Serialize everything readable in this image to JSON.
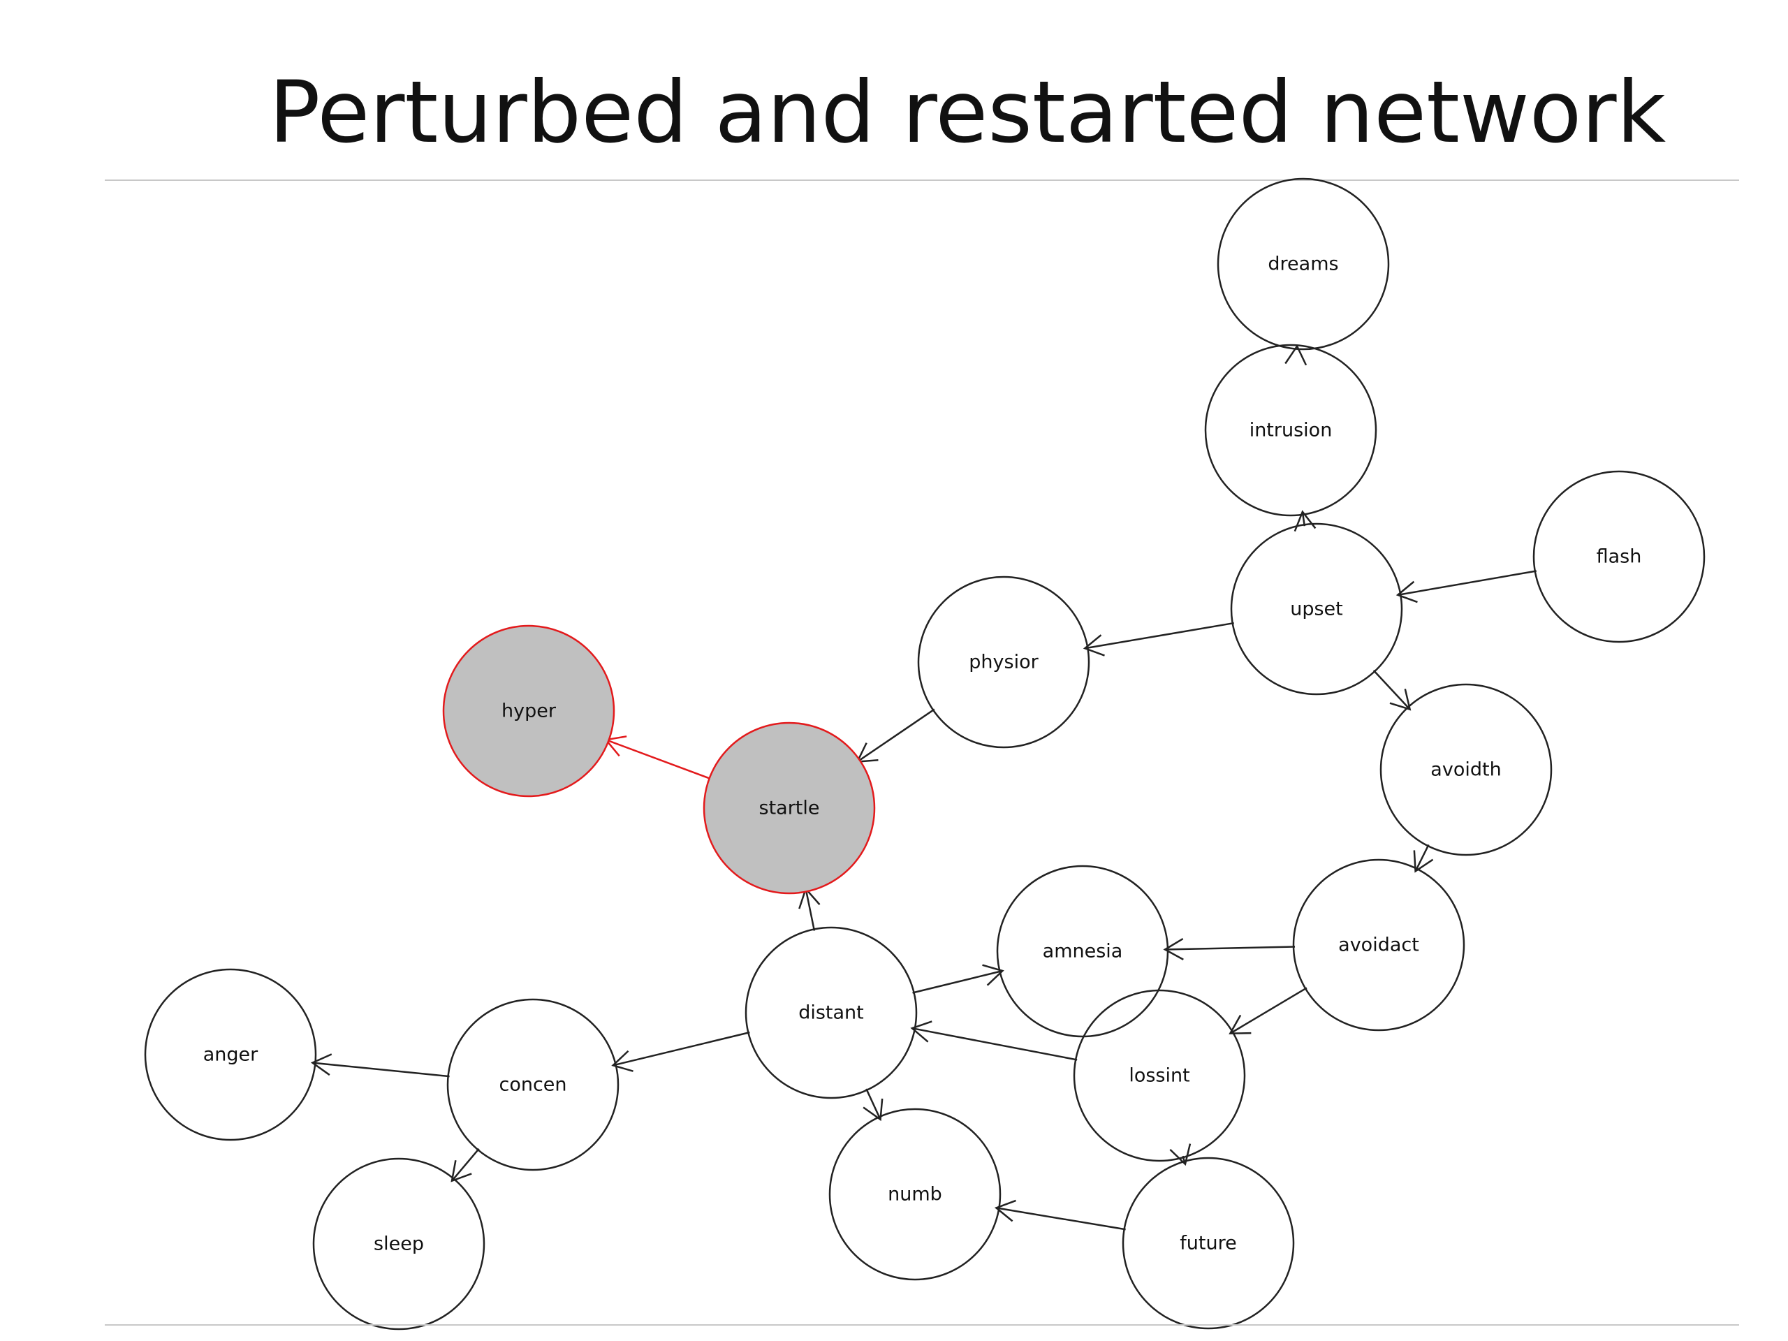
{
  "title": "Perturbed and restarted network",
  "colors": {
    "node_fill": "#ffffff",
    "node_stroke": "#222222",
    "perturbed_fill": "#c0c0c0",
    "perturbed_stroke": "#e31a1c",
    "edge": "#222222",
    "perturbed_edge": "#e31a1c"
  },
  "nodes": [
    {
      "id": "dreams",
      "label": "dreams",
      "perturbed": false
    },
    {
      "id": "intrusion",
      "label": "intrusion",
      "perturbed": false
    },
    {
      "id": "flash",
      "label": "flash",
      "perturbed": false
    },
    {
      "id": "upset",
      "label": "upset",
      "perturbed": false
    },
    {
      "id": "physior",
      "label": "physior",
      "perturbed": false
    },
    {
      "id": "hyper",
      "label": "hyper",
      "perturbed": true
    },
    {
      "id": "startle",
      "label": "startle",
      "perturbed": true
    },
    {
      "id": "avoidth",
      "label": "avoidth",
      "perturbed": false
    },
    {
      "id": "avoidact",
      "label": "avoidact",
      "perturbed": false
    },
    {
      "id": "amnesia",
      "label": "amnesia",
      "perturbed": false
    },
    {
      "id": "distant",
      "label": "distant",
      "perturbed": false
    },
    {
      "id": "lossint",
      "label": "lossint",
      "perturbed": false
    },
    {
      "id": "anger",
      "label": "anger",
      "perturbed": false
    },
    {
      "id": "concen",
      "label": "concen",
      "perturbed": false
    },
    {
      "id": "sleep",
      "label": "sleep",
      "perturbed": false
    },
    {
      "id": "numb",
      "label": "numb",
      "perturbed": false
    },
    {
      "id": "future",
      "label": "future",
      "perturbed": false
    }
  ],
  "edges": [
    {
      "from": "intrusion",
      "to": "dreams",
      "perturbed": false
    },
    {
      "from": "upset",
      "to": "intrusion",
      "perturbed": false
    },
    {
      "from": "flash",
      "to": "upset",
      "perturbed": false
    },
    {
      "from": "upset",
      "to": "physior",
      "perturbed": false
    },
    {
      "from": "upset",
      "to": "avoidth",
      "perturbed": false
    },
    {
      "from": "physior",
      "to": "startle",
      "perturbed": false
    },
    {
      "from": "startle",
      "to": "hyper",
      "perturbed": true
    },
    {
      "from": "avoidth",
      "to": "avoidact",
      "perturbed": false
    },
    {
      "from": "avoidact",
      "to": "amnesia",
      "perturbed": false
    },
    {
      "from": "avoidact",
      "to": "lossint",
      "perturbed": false
    },
    {
      "from": "distant",
      "to": "startle",
      "perturbed": false
    },
    {
      "from": "distant",
      "to": "amnesia",
      "perturbed": false
    },
    {
      "from": "distant",
      "to": "concen",
      "perturbed": false
    },
    {
      "from": "distant",
      "to": "numb",
      "perturbed": false
    },
    {
      "from": "lossint",
      "to": "distant",
      "perturbed": false
    },
    {
      "from": "lossint",
      "to": "future",
      "perturbed": false
    },
    {
      "from": "concen",
      "to": "anger",
      "perturbed": false
    },
    {
      "from": "concen",
      "to": "sleep",
      "perturbed": false
    },
    {
      "from": "future",
      "to": "numb",
      "perturbed": false
    }
  ]
}
